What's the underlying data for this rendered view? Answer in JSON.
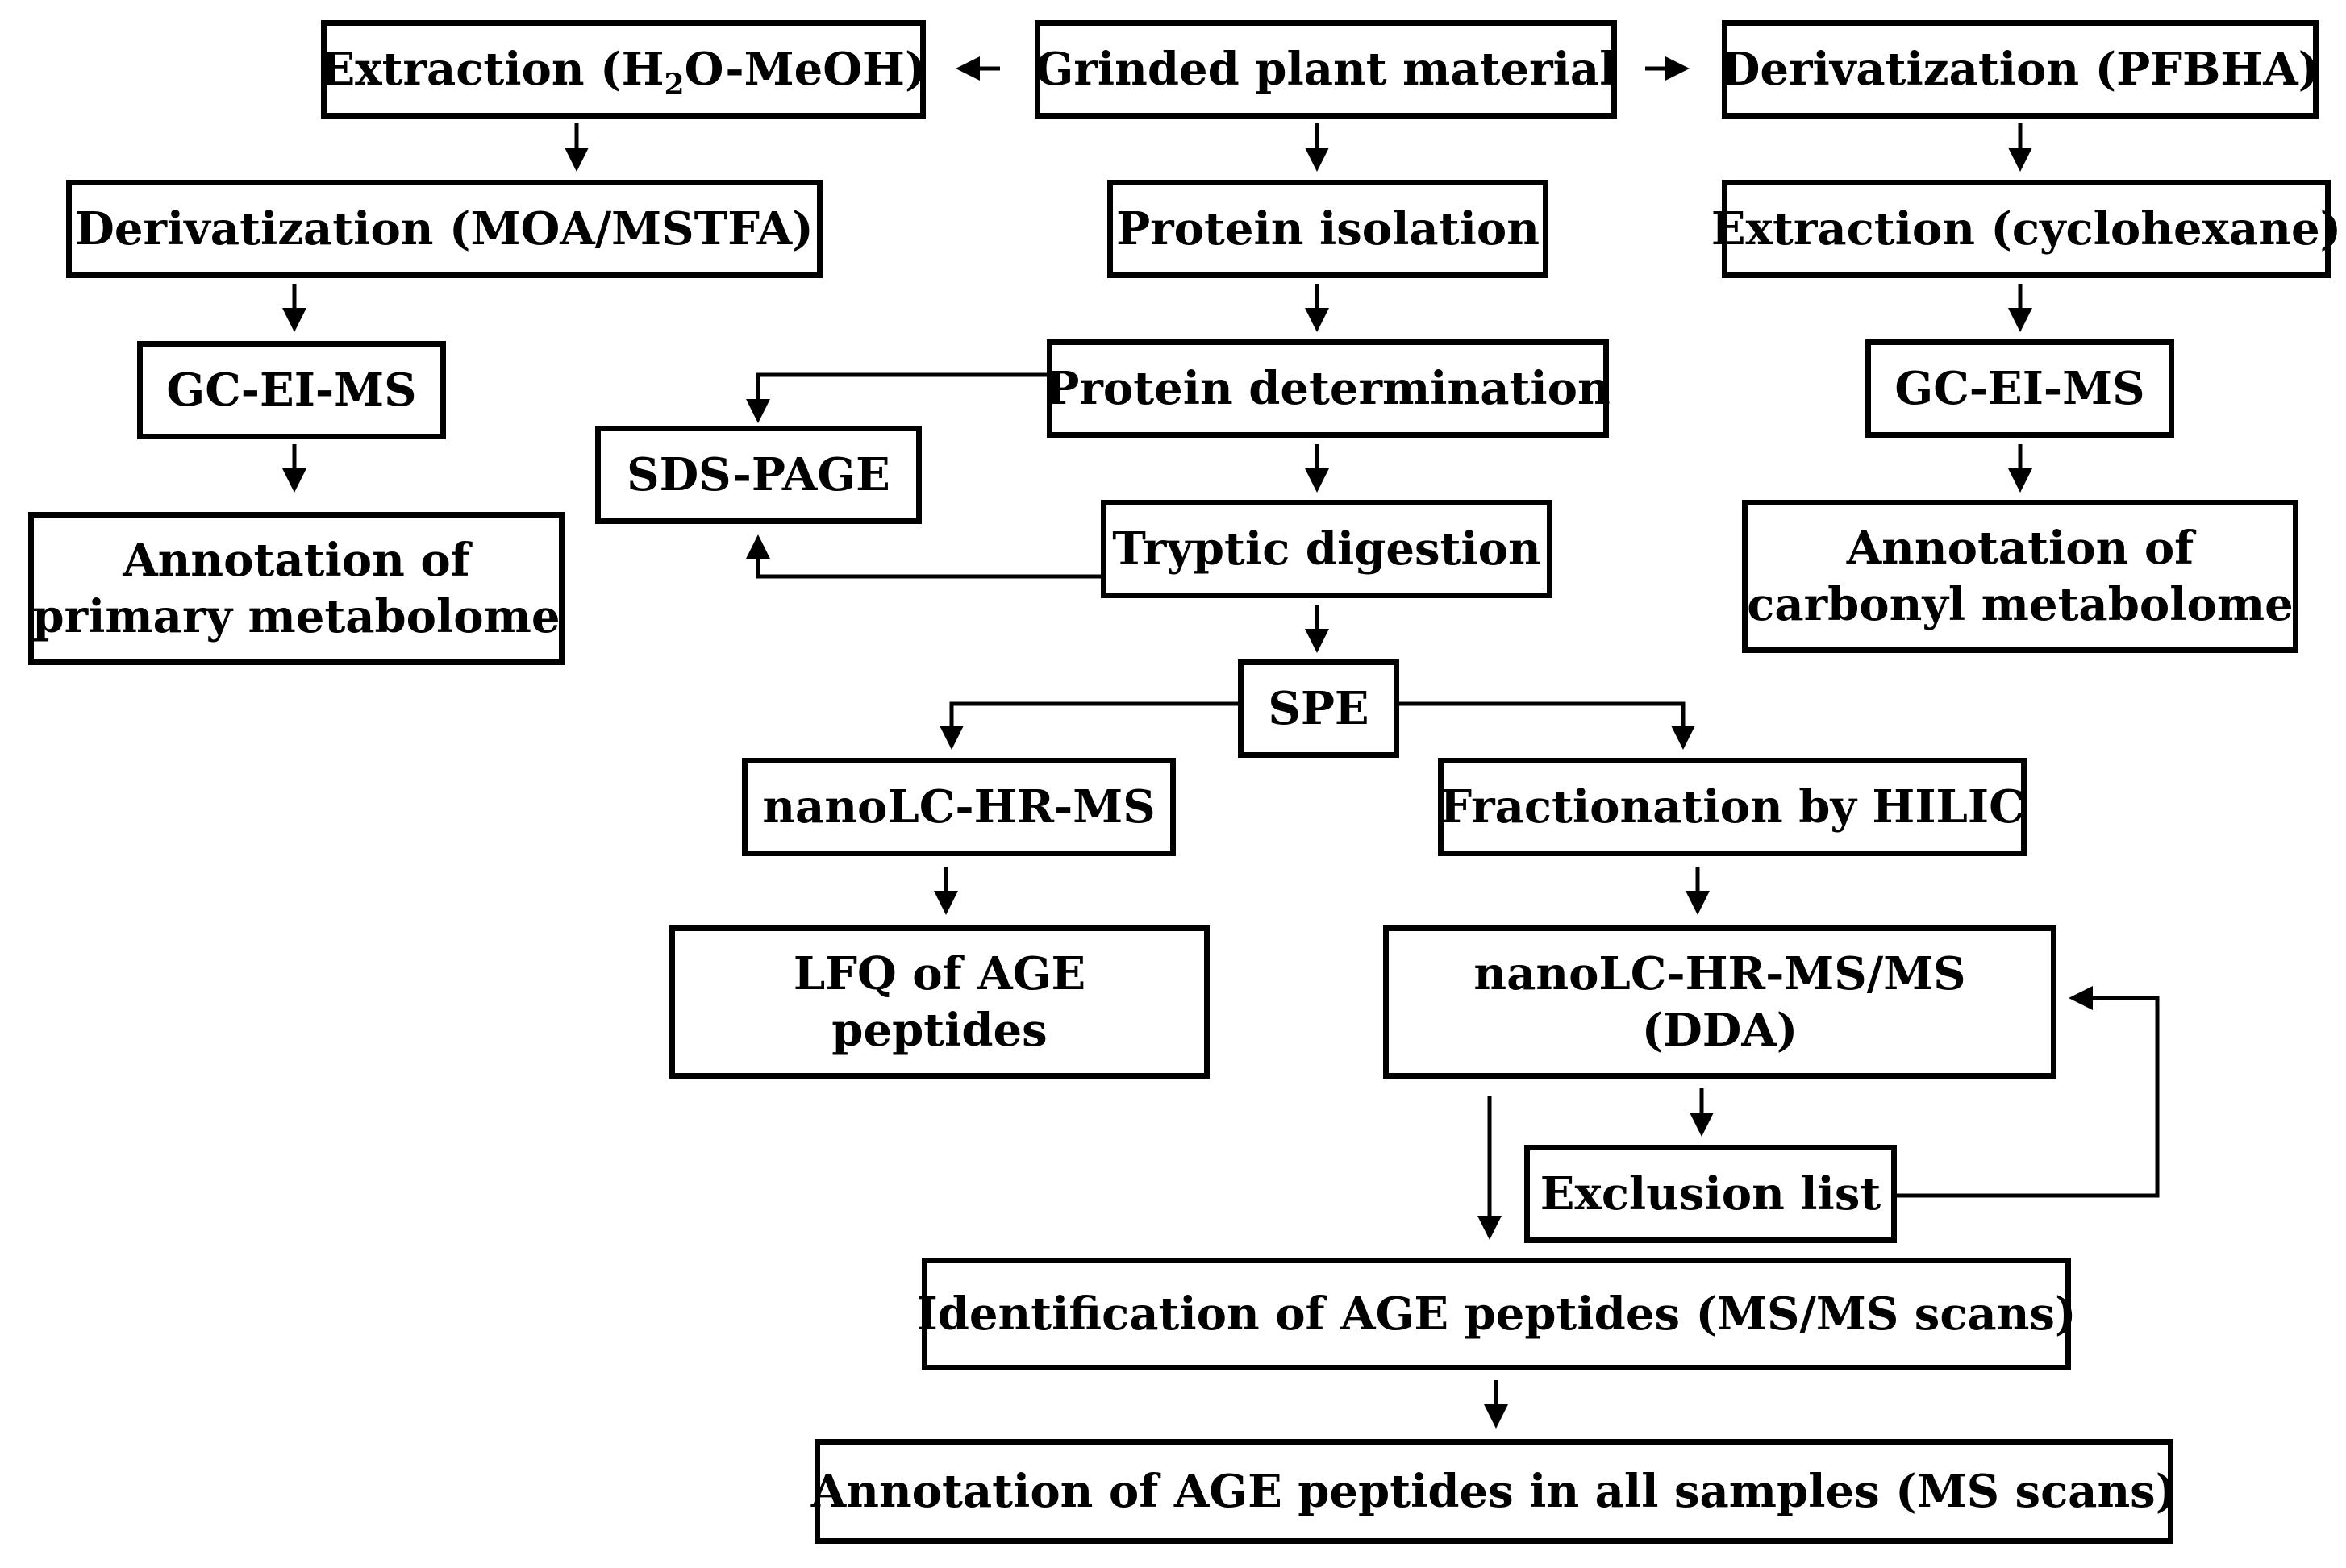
{
  "diagram": {
    "nodes": {
      "extraction_h2o": {
        "pre": "Extraction (H",
        "sub": "2",
        "post": "O-MeOH)"
      },
      "grinded": "Grinded plant material",
      "deriv_pfbha": "Derivatization (PFBHA)",
      "deriv_moa": "Derivatization (MOA/MSTFA)",
      "protein_isolation": "Protein isolation",
      "extraction_cyclo": "Extraction (cyclohexane)",
      "gc_left": "GC-EI-MS",
      "protein_determination": "Protein determination",
      "gc_right": "GC-EI-MS",
      "sds_page": "SDS-PAGE",
      "tryptic": "Tryptic digestion",
      "annot_primary": [
        "Annotation of",
        "primary metabolome"
      ],
      "annot_carbonyl": [
        "Annotation of",
        "carbonyl metabolome"
      ],
      "spe": "SPE",
      "nanolc_hr_ms": "nanoLC-HR-MS",
      "fractionation": "Fractionation by HILIC",
      "lfq": [
        "LFQ of AGE",
        "peptides"
      ],
      "nanolc_msms": [
        "nanoLC-HR-MS/MS",
        "(DDA)"
      ],
      "exclusion": "Exclusion list",
      "identification": "Identification of AGE peptides (MS/MS scans)",
      "annotation_all": "Annotation of AGE peptides in all samples (MS scans)"
    }
  }
}
